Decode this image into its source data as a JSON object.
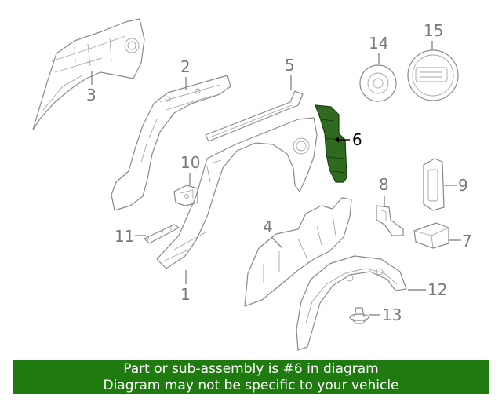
{
  "diagram": {
    "callouts": [
      "1",
      "2",
      "3",
      "4",
      "5",
      "6",
      "7",
      "8",
      "9",
      "10",
      "11",
      "12",
      "13",
      "14",
      "15"
    ],
    "highlighted_part": "6",
    "highlight_color": "#2e6b1f",
    "stroke_color": "#8a8a8a"
  },
  "banner": {
    "line1": "Part or sub-assembly is #6 in diagram",
    "line2": "Diagram may not be specific to your vehicle",
    "background": "#1f7a10"
  }
}
